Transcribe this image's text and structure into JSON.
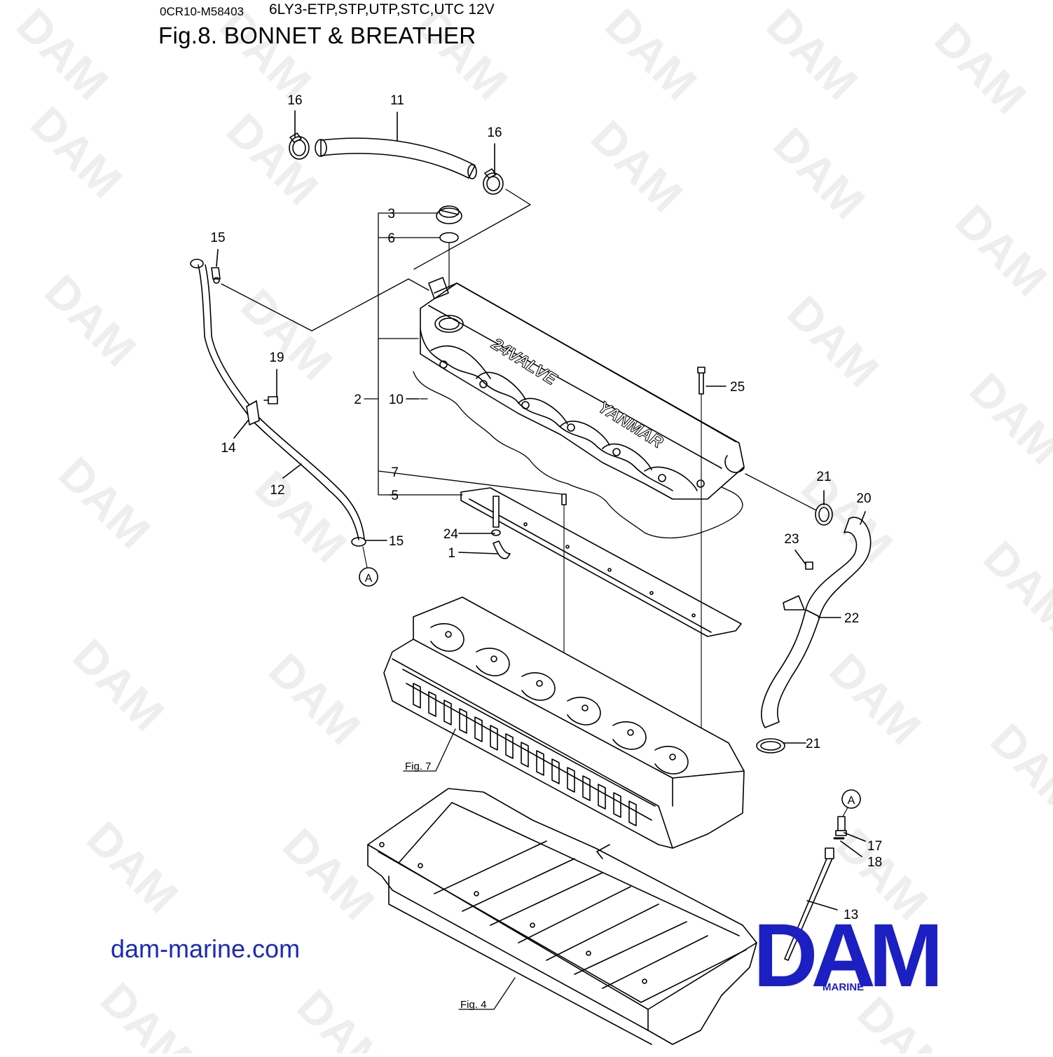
{
  "header": {
    "code": "0CR10-M58403",
    "model": "6LY3-ETP,STP,UTP,STC,UTC 12V",
    "title": "Fig.8.  BONNET & BREATHER"
  },
  "callouts": {
    "c16a": "16",
    "c11": "11",
    "c16b": "16",
    "c3": "3",
    "c6": "6",
    "c15a": "15",
    "c19": "19",
    "c14": "14",
    "c12": "12",
    "c15b": "15",
    "c2": "2",
    "c10": "10",
    "c7": "7",
    "c5": "5",
    "c24": "24",
    "c1": "1",
    "c25": "25",
    "c21a": "21",
    "c20": "20",
    "c23": "23",
    "c22": "22",
    "c21b": "21",
    "c17": "17",
    "c18": "18",
    "c13": "13"
  },
  "refs": {
    "ref_a1": "A",
    "ref_a2": "A"
  },
  "figrefs": {
    "fig7": "Fig. 7",
    "fig4": "Fig. 4"
  },
  "cover_text": {
    "valve": "24VALVE",
    "brand": "YANMAR"
  },
  "watermark": "DAM",
  "website": "dam-marine.com",
  "logo": {
    "word": "DAM",
    "sub": "MARINE",
    "color": "#1c1fc2"
  }
}
